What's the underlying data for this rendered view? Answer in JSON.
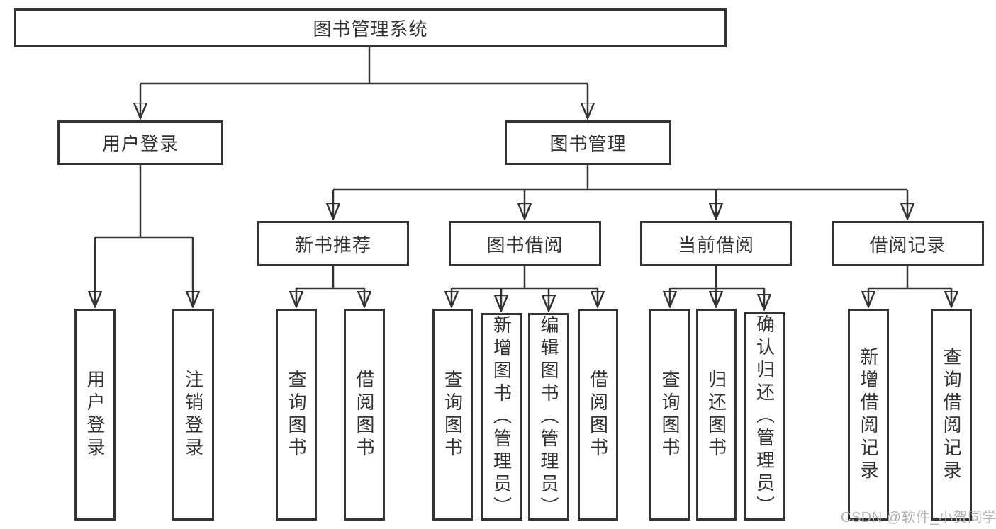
{
  "diagram": {
    "watermark": "CSDN @软件_小贺同学",
    "colors": {
      "line": "#333333",
      "text": "#333333",
      "background": "#ffffff",
      "watermark": "#b3b3b3"
    }
  },
  "tree": {
    "root": {
      "label": "图书管理系统"
    },
    "branches": [
      {
        "label": "用户登录",
        "children": [
          {
            "label": "用户登录"
          },
          {
            "label": "注销登录"
          }
        ]
      },
      {
        "label": "图书管理",
        "groups": [
          {
            "label": "新书推荐",
            "children": [
              {
                "label": "查询图书"
              },
              {
                "label": "借阅图书"
              }
            ]
          },
          {
            "label": "图书借阅",
            "children": [
              {
                "label": "查询图书"
              },
              {
                "label": "新增图书（管理员）"
              },
              {
                "label": "编辑图书（管理员）"
              },
              {
                "label": "借阅图书"
              }
            ]
          },
          {
            "label": "当前借阅",
            "children": [
              {
                "label": "查询图书"
              },
              {
                "label": "归还图书"
              },
              {
                "label": "确认归还（管理员）"
              }
            ]
          },
          {
            "label": "借阅记录",
            "children": [
              {
                "label": "新增借阅记录"
              },
              {
                "label": "查询借阅记录"
              }
            ]
          }
        ]
      }
    ]
  }
}
